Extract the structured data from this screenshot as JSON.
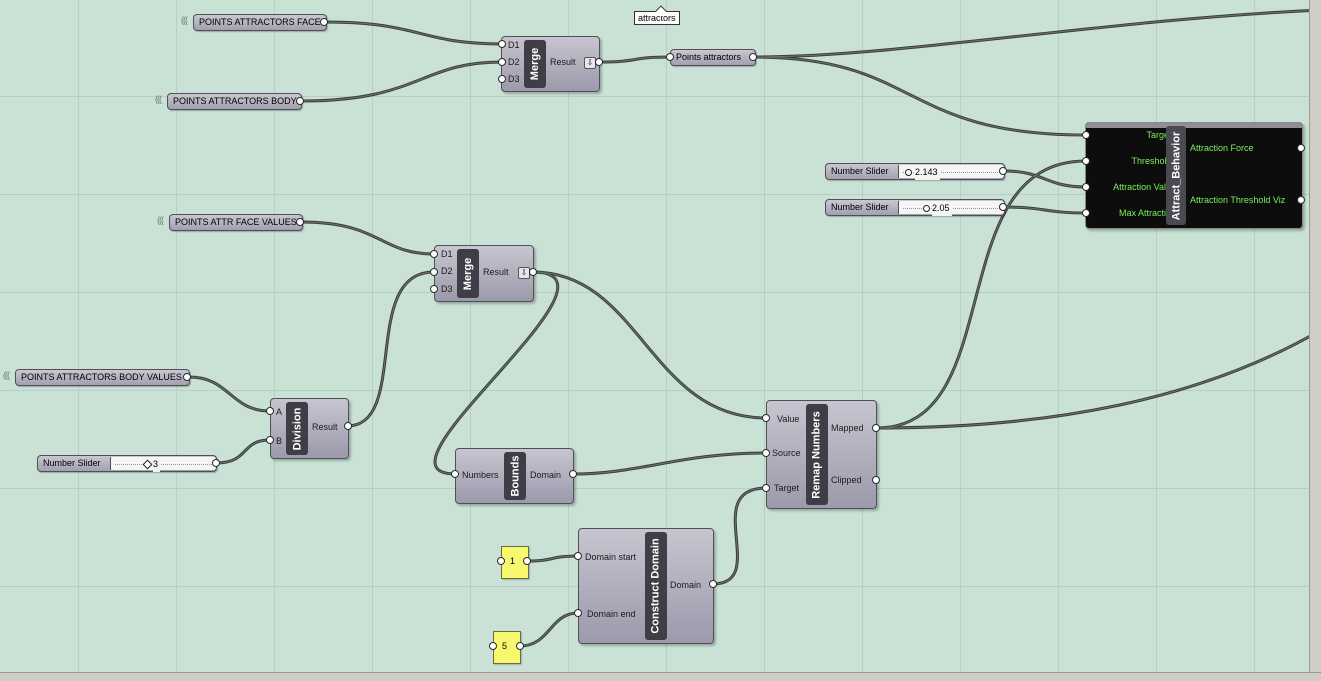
{
  "canvas": {
    "background": "#c9e2d5",
    "callout_tag": "attractors"
  },
  "params": {
    "points_attractors_face": "POINTS ATTRACTORS FACE",
    "points_attractors_body": "POINTS ATTRACTORS BODY",
    "points_attr_face_values": "POINTS ATTR FACE VALUES",
    "points_attractors_body_values": "POINTS ATTRACTORS BODY VALUES",
    "points_attractors": "Points attractors"
  },
  "merge_top": {
    "title": "Merge",
    "inputs": [
      "D1",
      "D2",
      "D3"
    ],
    "output": "Result",
    "icon": "down-arrow-icon"
  },
  "merge_mid": {
    "title": "Merge",
    "inputs": [
      "D1",
      "D2",
      "D3"
    ],
    "output": "Result",
    "icon": "down-arrow-icon"
  },
  "division": {
    "title": "Division",
    "inputs": [
      "A",
      "B"
    ],
    "output": "Result"
  },
  "bounds": {
    "title": "Bounds",
    "input": "Numbers",
    "output": "Domain"
  },
  "remap": {
    "title": "Remap Numbers",
    "inputs": [
      "Value",
      "Source",
      "Target"
    ],
    "outputs": [
      "Mapped",
      "Clipped"
    ]
  },
  "construct_domain": {
    "title": "Construct Domain",
    "inputs": [
      "Domain start",
      "Domain end"
    ],
    "output": "Domain"
  },
  "attract": {
    "title": "Attract_Behavior",
    "inputs": [
      "Targets",
      "Thresholds",
      "Attraction Value",
      "Max Attraction"
    ],
    "outputs": [
      "Attraction Force",
      "Attraction Threshold Viz"
    ],
    "text_color": "#7cf05a"
  },
  "sliders": {
    "threshold": {
      "name": "Number Slider",
      "value": "2.143"
    },
    "max_attraction": {
      "name": "Number Slider",
      "value": "2.05"
    },
    "division_b": {
      "name": "Number Slider",
      "value": "3"
    }
  },
  "panels": {
    "domain_start": "1",
    "domain_end": "5"
  }
}
